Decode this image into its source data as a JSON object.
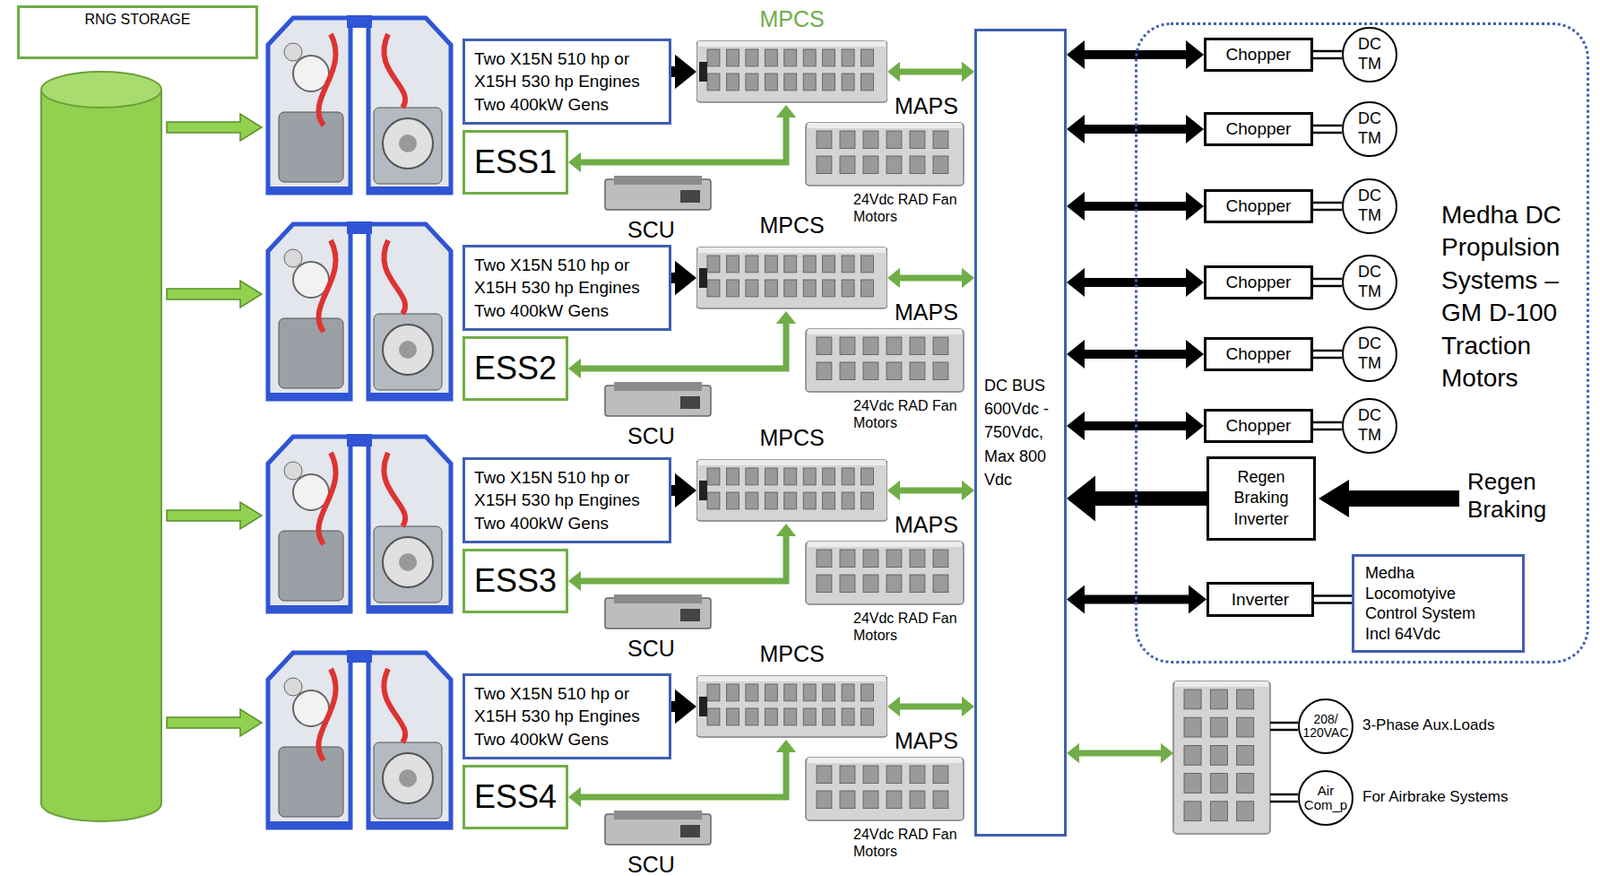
{
  "diagram": {
    "nodes": [
      {
        "text": [
          "RNG STORAGE"
        ]
      },
      {
        "text": [
          "Two X15N 510 hp or X15H 530 hp Engines Two 400kW Gens"
        ]
      },
      {
        "text": [
          "MPCS"
        ]
      },
      {
        "text": [
          "ESS1"
        ]
      },
      {
        "text": [
          "Two X15N 510 hp or X15H 530 hp Engines Two 400kW Gens"
        ]
      },
      {
        "text": [
          "MPCS"
        ]
      },
      {
        "text": [
          "ESS2"
        ]
      },
      {
        "text": [
          "Two X15N 510 hp or X15H 530 hp Engines Two 400kW Gens"
        ]
      },
      {
        "text": [
          "MPCS"
        ]
      },
      {
        "text": [
          "ESS3"
        ]
      },
      {
        "text": [
          "Two X15N 510 hp or X15H 530 hp Engines Two 400kW Gens"
        ]
      },
      {
        "text": [
          "MPCS"
        ]
      },
      {
        "text": [
          "ESS4"
        ]
      },
      {
        "text": [
          "DC BUS 600Vdc - 750Vdc, Max 800 Vdc"
        ]
      },
      {
        "text": [
          "Medha DC Propulsion Systems – GM D-100 Traction Motors"
        ]
      },
      {
        "text": [
          "Chopper"
        ],
        "in": 14
      },
      {
        "text": [
          "DC TM"
        ],
        "in": 14
      },
      {
        "text": [
          "Chopper"
        ],
        "in": 14
      },
      {
        "text": [
          "DC TM"
        ],
        "in": 14
      },
      {
        "text": [
          "Chopper"
        ],
        "in": 14
      },
      {
        "text": [
          "DC TM"
        ],
        "in": 14
      },
      {
        "text": [
          "Chopper"
        ],
        "in": 14
      },
      {
        "text": [
          "DC TM"
        ],
        "in": 14
      },
      {
        "text": [
          "Chopper"
        ],
        "in": 14
      },
      {
        "text": [
          "DC TM"
        ],
        "in": 14
      },
      {
        "text": [
          "Chopper"
        ],
        "in": 14
      },
      {
        "text": [
          "DC TM"
        ],
        "in": 14
      },
      {
        "text": [
          "Regen Braking Inverter"
        ],
        "in": 14
      },
      {
        "text": [
          "Inverter"
        ],
        "in": 14
      },
      {
        "text": [
          "Medha Locomotyive Control System Incl 64Vdc"
        ],
        "in": 14
      },
      {
        "text": [
          "208/ 120VAC"
        ]
      },
      {
        "text": [
          "Air Com_p"
        ]
      }
    ],
    "edges": [
      {
        "from": 1,
        "to": 2,
        "arrow": "to"
      },
      {
        "from": 2,
        "to": 13,
        "arrow": "both"
      },
      {
        "from": 2,
        "to": 3,
        "arrow": "both"
      },
      {
        "from": 4,
        "to": 5,
        "arrow": "to"
      },
      {
        "from": 5,
        "to": 13,
        "arrow": "both"
      },
      {
        "from": 5,
        "to": 6,
        "arrow": "both"
      },
      {
        "from": 7,
        "to": 8,
        "arrow": "to"
      },
      {
        "from": 8,
        "to": 13,
        "arrow": "both"
      },
      {
        "from": 8,
        "to": 9,
        "arrow": "both"
      },
      {
        "from": 10,
        "to": 11,
        "arrow": "to"
      },
      {
        "from": 11,
        "to": 13,
        "arrow": "both"
      },
      {
        "from": 11,
        "to": 12,
        "arrow": "both"
      },
      {
        "from": 13,
        "to": 15,
        "arrow": "both"
      },
      {
        "from": 15,
        "to": 16,
        "arrow": "none"
      },
      {
        "from": 13,
        "to": 17,
        "arrow": "both"
      },
      {
        "from": 17,
        "to": 18,
        "arrow": "none"
      },
      {
        "from": 13,
        "to": 19,
        "arrow": "both"
      },
      {
        "from": 19,
        "to": 20,
        "arrow": "none"
      },
      {
        "from": 13,
        "to": 21,
        "arrow": "both"
      },
      {
        "from": 21,
        "to": 22,
        "arrow": "none"
      },
      {
        "from": 13,
        "to": 23,
        "arrow": "both"
      },
      {
        "from": 23,
        "to": 24,
        "arrow": "none"
      },
      {
        "from": 13,
        "to": 25,
        "arrow": "both"
      },
      {
        "from": 25,
        "to": 26,
        "arrow": "none"
      },
      {
        "from": 27,
        "to": 13,
        "arrow": "to"
      },
      {
        "from": 13,
        "to": 28,
        "arrow": "both"
      },
      {
        "from": 28,
        "to": 29,
        "arrow": "none"
      }
    ],
    "labels": [
      "MAPS",
      "SCU",
      "24Vdc RAD Fan Motors",
      "MAPS",
      "SCU",
      "24Vdc RAD Fan Motors",
      "MAPS",
      "SCU",
      "24Vdc RAD Fan Motors",
      "MAPS",
      "SCU",
      "24Vdc RAD Fan Motors",
      "Regen Braking",
      "3-Phase Aux.Loads",
      "For Airbrake Systems"
    ]
  }
}
